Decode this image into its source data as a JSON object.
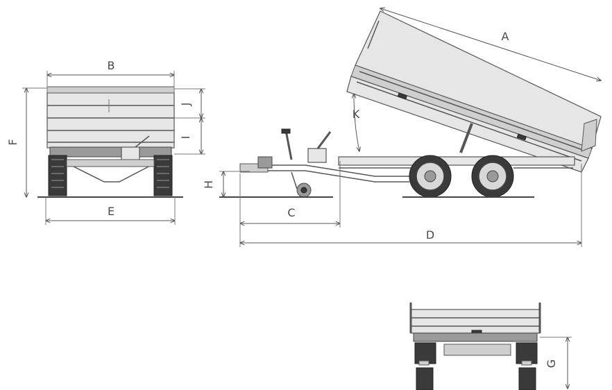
{
  "dimensions": {
    "A": "A",
    "B": "B",
    "C": "C",
    "D": "D",
    "E": "E",
    "F": "F",
    "G": "G",
    "H": "H",
    "I": "I",
    "J": "J",
    "K": "K"
  },
  "colors": {
    "line": "#555555",
    "background": "#ffffff",
    "panel": "#e6e6e6",
    "tire": "#3a3a3a"
  }
}
